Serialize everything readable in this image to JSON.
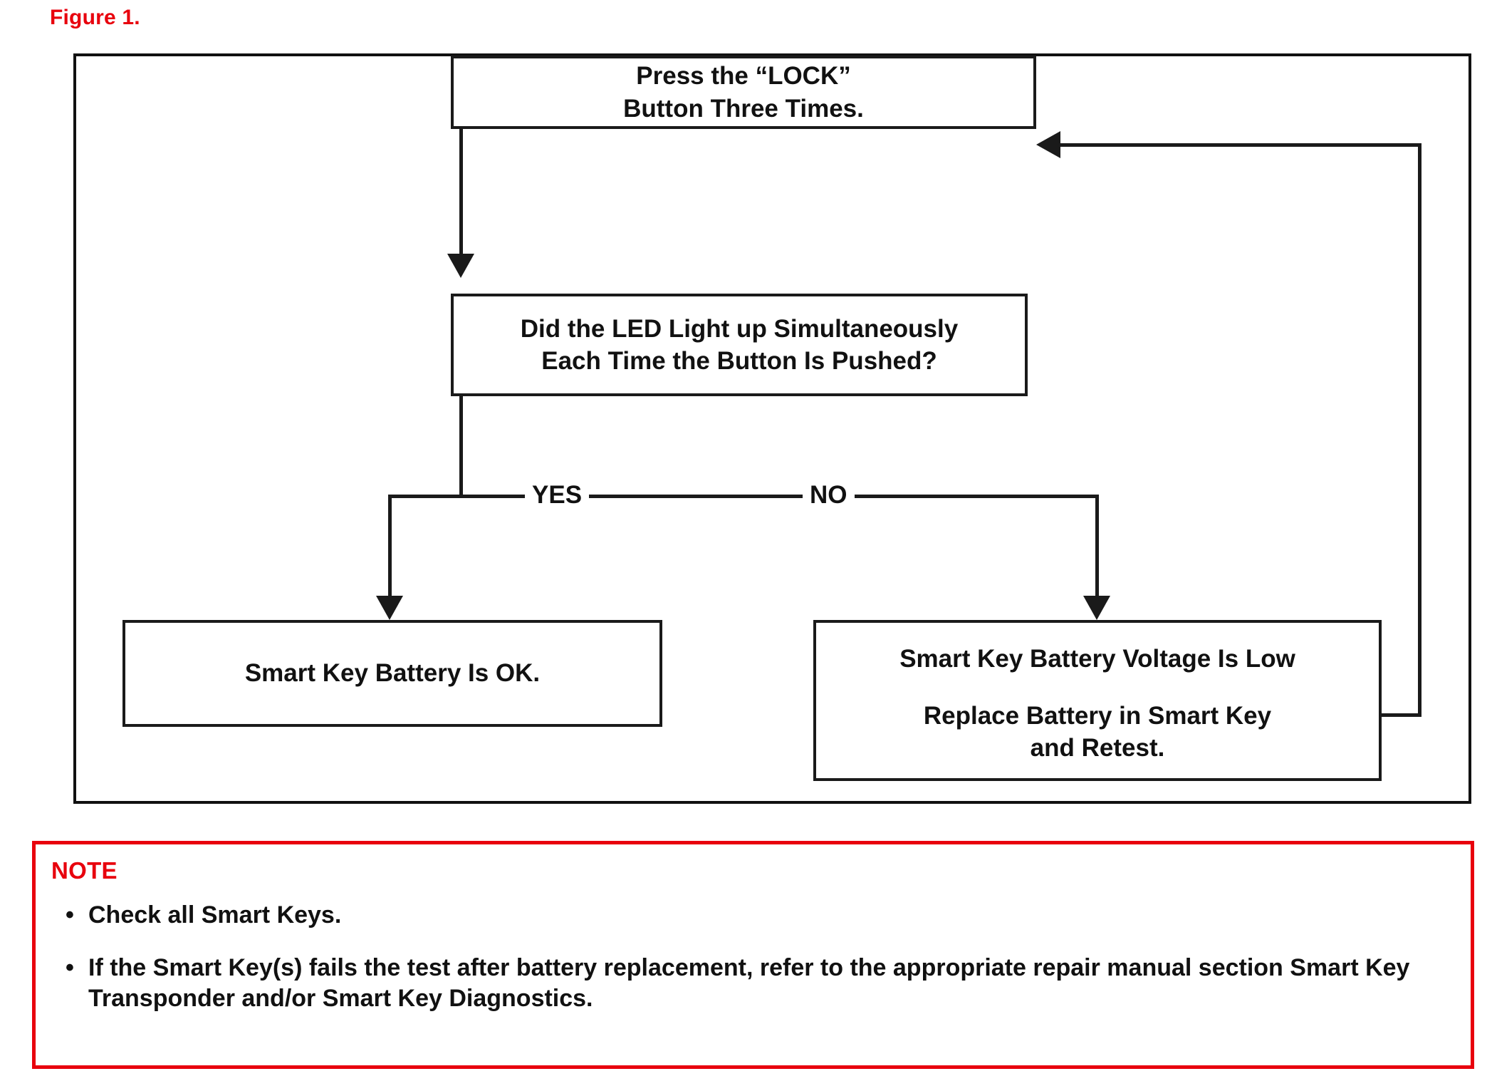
{
  "figure": {
    "caption": "Figure 1.",
    "caption_color": "#e8000d"
  },
  "flowchart": {
    "frame_color": "#111111",
    "nodes": [
      {
        "id": "press-lock",
        "lines": [
          "Press the “LOCK”",
          "Button Three Times."
        ]
      },
      {
        "id": "did-led",
        "lines": [
          "Did the LED Light up Simultaneously",
          "Each Time the Button Is Pushed?"
        ]
      },
      {
        "id": "battery-ok",
        "lines": [
          "Smart Key Battery Is OK."
        ]
      },
      {
        "id": "battery-low",
        "lines": [
          "Smart Key Battery Voltage Is Low",
          "Replace Battery in Smart Key",
          "and Retest."
        ]
      }
    ],
    "branches": {
      "yes_label": "YES",
      "no_label": "NO"
    }
  },
  "note": {
    "title": "NOTE",
    "title_color": "#e8000d",
    "border_color": "#e8000d",
    "bullet_glyph": "•",
    "items": [
      "Check all Smart Keys.",
      "If the Smart Key(s) fails the test after battery replacement, refer to the appropriate repair manual section Smart Key Transponder and/or Smart Key Diagnostics."
    ]
  }
}
